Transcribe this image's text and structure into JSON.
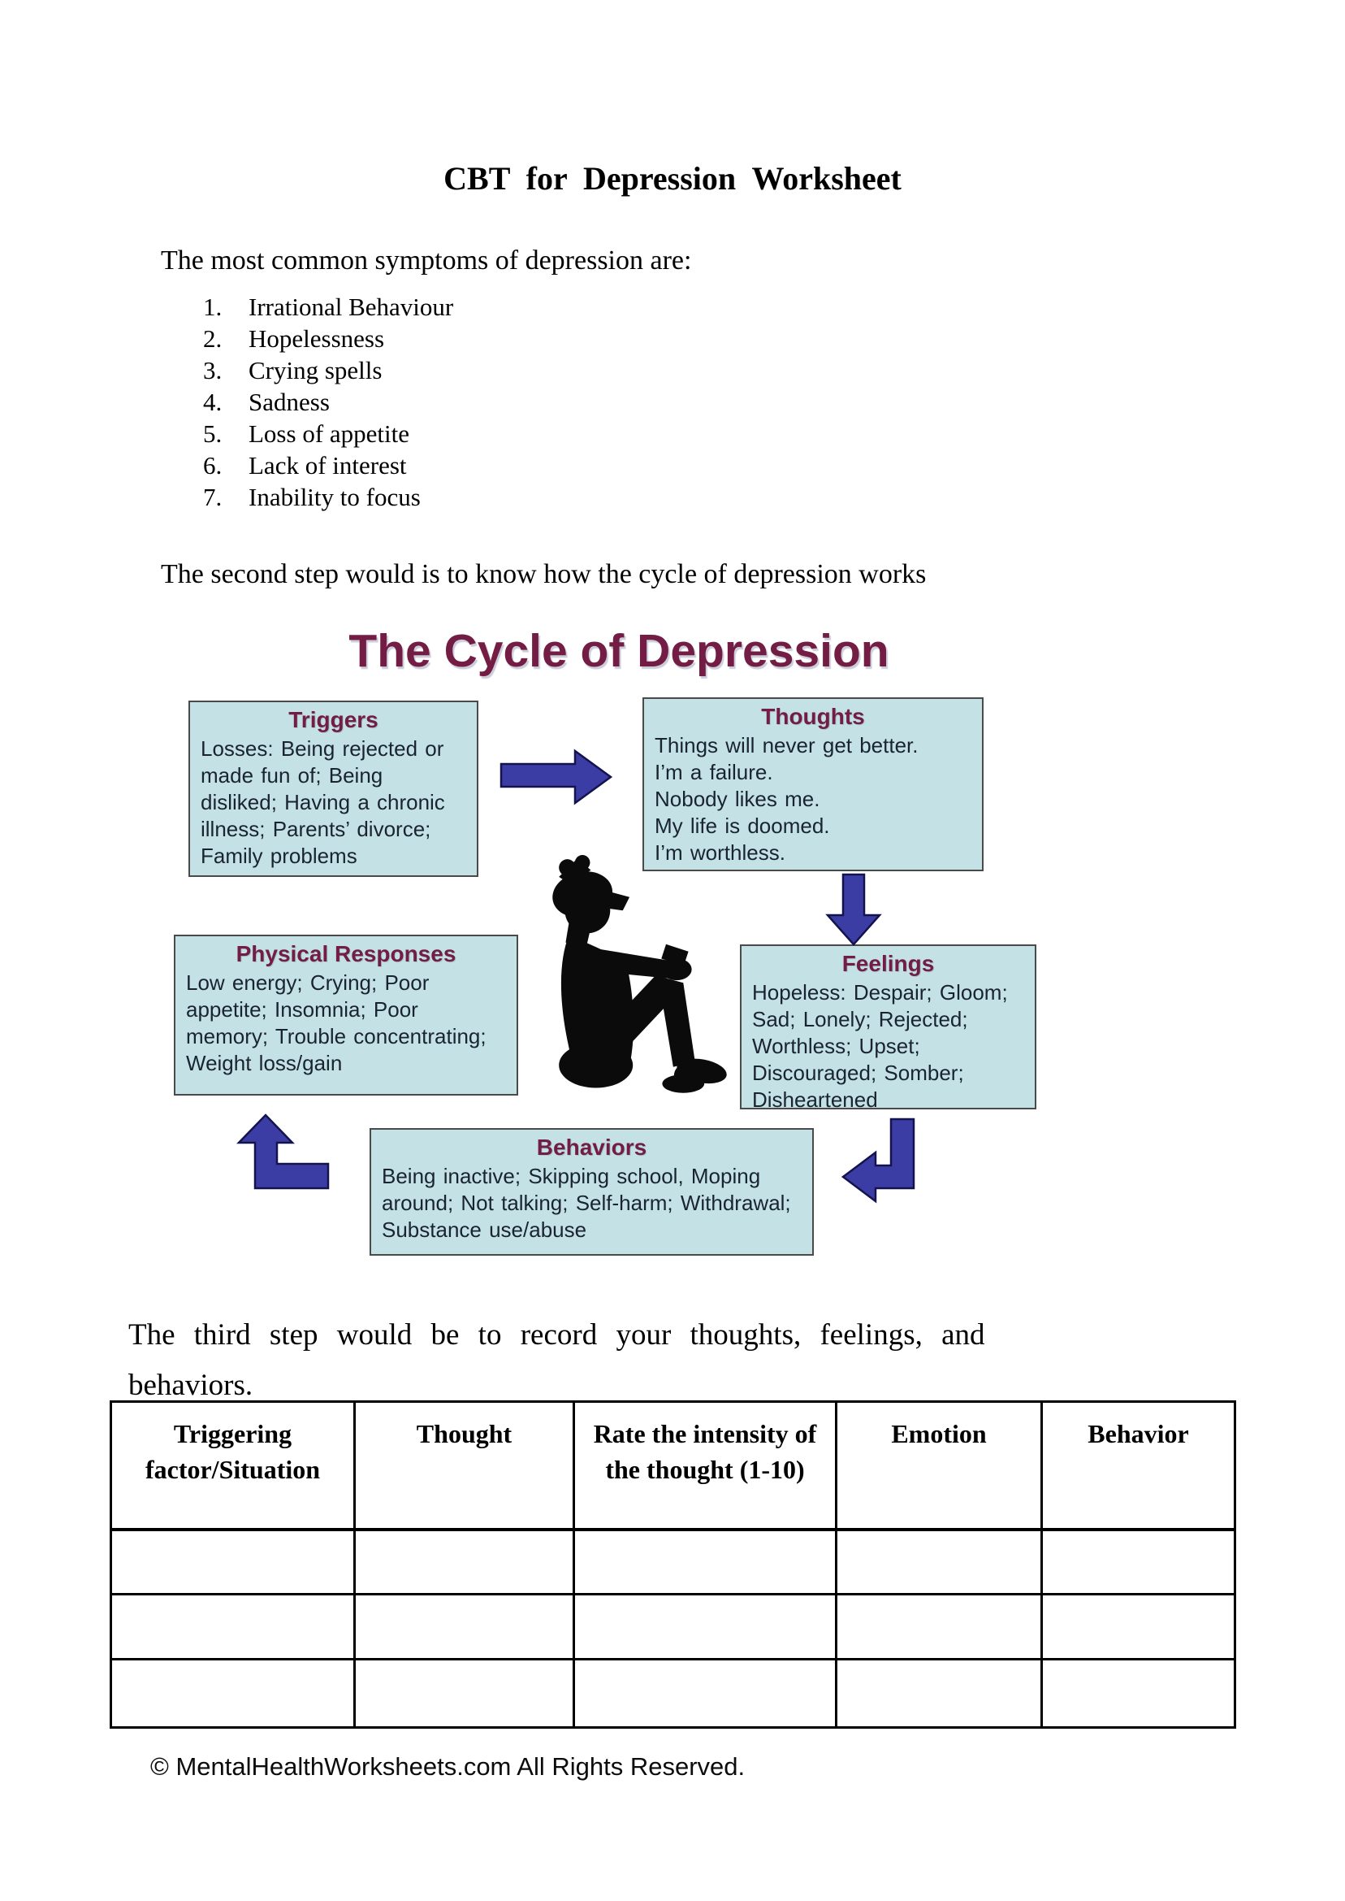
{
  "page": {
    "title": "CBT for Depression Worksheet",
    "intro": "The most common symptoms of depression are:",
    "symptoms": [
      {
        "num": "1.",
        "label": "Irrational Behaviour"
      },
      {
        "num": "2.",
        "label": "Hopelessness"
      },
      {
        "num": "3.",
        "label": "Crying spells"
      },
      {
        "num": "4.",
        "label": "Sadness"
      },
      {
        "num": "5.",
        "label": "Loss of appetite"
      },
      {
        "num": "6.",
        "label": "Lack of interest"
      },
      {
        "num": "7.",
        "label": "Inability to focus"
      }
    ],
    "second_step": "The second step would is to know how the cycle of depression works",
    "third_step_line1": "The third step would be to record your thoughts, feelings, and",
    "third_step_line2": "behaviors.",
    "footer": "© MentalHealthWorksheets.com All Rights Reserved."
  },
  "diagram": {
    "title": "The Cycle of Depression",
    "colors": {
      "box_fill": "#C4E2E6",
      "heading": "#731C44",
      "arrow": "#3C3CA5"
    },
    "person_icon": "sitting-person-silhouette",
    "boxes": {
      "triggers": {
        "heading": "Triggers",
        "body": "Losses: Being rejected or made fun of; Being disliked; Having a chronic illness; Parents’ divorce; Family problems"
      },
      "thoughts": {
        "heading": "Thoughts",
        "body": "Things will never get better.\nI’m a failure.\nNobody likes me.\nMy life is doomed.\nI’m worthless."
      },
      "physical": {
        "heading": "Physical Responses",
        "body": "Low energy; Crying; Poor appetite; Insomnia; Poor memory; Trouble concentrating; Weight loss/gain"
      },
      "feelings": {
        "heading": "Feelings",
        "body": "Hopeless: Despair; Gloom; Sad; Lonely; Rejected; Worthless; Upset; Discouraged; Somber; Disheartened"
      },
      "behaviors": {
        "heading": "Behaviors",
        "body": "Being inactive; Skipping school, Moping around; Not talking; Self-harm; Withdrawal; Substance use/abuse"
      }
    }
  },
  "table": {
    "headers": [
      "Triggering factor/Situation",
      "Thought",
      "Rate the intensity of the thought (1-10)",
      "Emotion",
      "Behavior"
    ]
  }
}
